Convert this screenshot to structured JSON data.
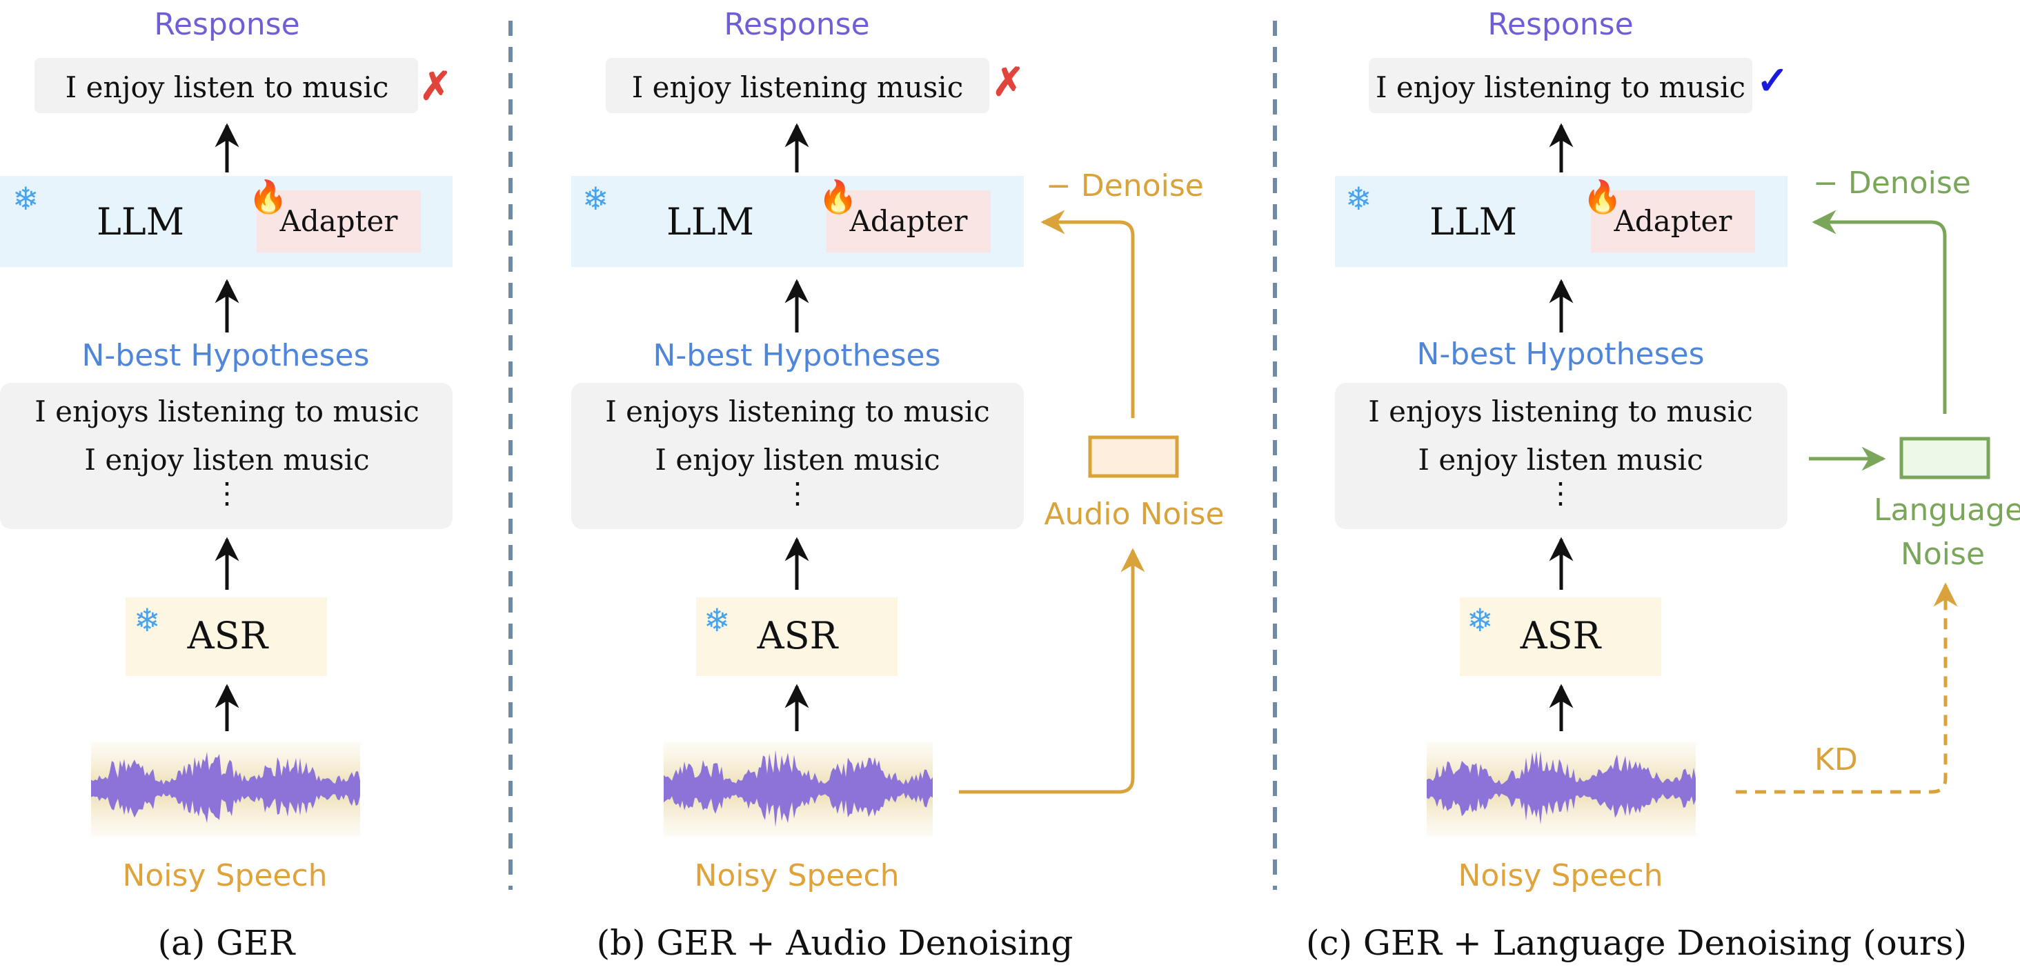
{
  "colors": {
    "response": "#6e5fd6",
    "hypotheses": "#4f86d9",
    "noisy_speech": "#e0a23a",
    "audio_denoise": "#d9a23a",
    "language_denoise": "#7aa65a",
    "cross": "#e0443a",
    "check": "#1a1adc",
    "divider": "#6f8aa6"
  },
  "icons": {
    "frozen": "snowflake-icon",
    "trainable": "fire-icon",
    "wrong": "cross-mark-icon",
    "correct": "check-mark-icon"
  },
  "panels": [
    {
      "response_label": "Response",
      "response_text": "I enjoy listen to music",
      "llm_label": "LLM",
      "adapter_label": "Adapter",
      "hypotheses_label": "N-best Hypotheses",
      "hypotheses": [
        "I enjoys listening to music",
        "I enjoy listen music",
        "⋮"
      ],
      "asr_label": "ASR",
      "input_label": "Noisy Speech",
      "caption": "(a) GER"
    },
    {
      "response_label": "Response",
      "response_text": "I enjoy listening music",
      "llm_label": "LLM",
      "adapter_label": "Adapter",
      "hypotheses_label": "N-best Hypotheses",
      "hypotheses": [
        "I enjoys listening to music",
        "I enjoy listen music",
        "⋮"
      ],
      "asr_label": "ASR",
      "input_label": "Noisy Speech",
      "caption": "(b) GER + Audio Denoising",
      "denoise_label": "− Denoise",
      "noise_label": "Audio Noise"
    },
    {
      "response_label": "Response",
      "response_text": "I enjoy listening to music",
      "llm_label": "LLM",
      "adapter_label": "Adapter",
      "hypotheses_label": "N-best Hypotheses",
      "hypotheses": [
        "I enjoys listening to music",
        "I enjoy listen music",
        "⋮"
      ],
      "asr_label": "ASR",
      "input_label": "Noisy Speech",
      "caption": "(c) GER + Language Denoising (ours)",
      "denoise_label": "− Denoise",
      "noise_label_line1": "Language",
      "noise_label_line2": "Noise",
      "kd_label": "KD"
    }
  ]
}
